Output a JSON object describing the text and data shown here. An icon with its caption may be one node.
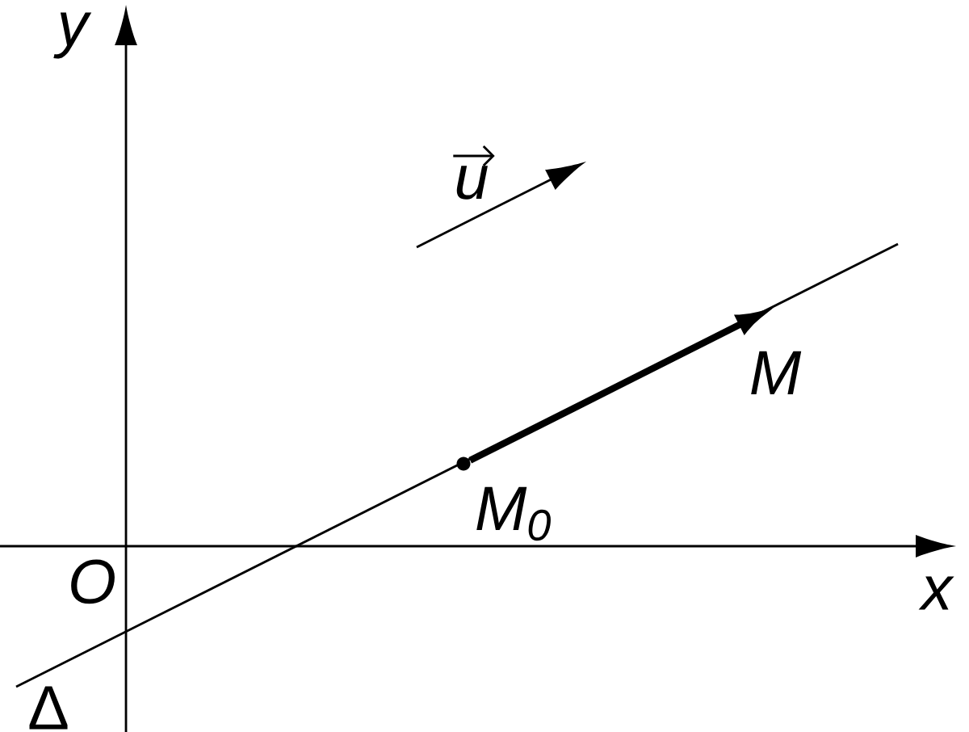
{
  "diagram": {
    "nodes": [
      {
        "text": [],
        "shape": "circle",
        "beside": [
          "M$_{0}$"
        ]
      },
      {
        "text": [
          "M"
        ]
      }
    ],
    "edges": [
      {
        "from": 0,
        "to": 1,
        "arrow": "to"
      }
    ],
    "labels": [
      "y",
      "x",
      "O",
      "Δ",
      "u"
    ]
  }
}
